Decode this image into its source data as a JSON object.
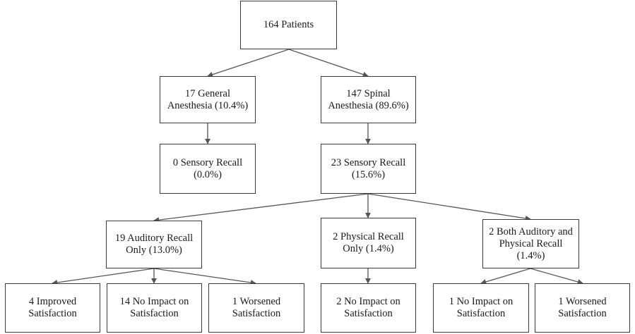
{
  "nodes": {
    "root": {
      "line1": "164 Patients"
    },
    "general": {
      "line1": "17 General",
      "line2": "Anesthesia (10.4%)"
    },
    "spinal": {
      "line1": "147 Spinal",
      "line2": "Anesthesia (89.6%)"
    },
    "general_recall": {
      "line1": "0 Sensory Recall",
      "line2": "(0.0%)"
    },
    "spinal_recall": {
      "line1": "23 Sensory Recall",
      "line2": "(15.6%)"
    },
    "auditory": {
      "line1": "19 Auditory Recall",
      "line2": "Only (13.0%)"
    },
    "physical": {
      "line1": "2 Physical Recall",
      "line2": "Only (1.4%)"
    },
    "both": {
      "line1": "2 Both Auditory and",
      "line2": "Physical Recall",
      "line3": "(1.4%)"
    },
    "aud_improved": {
      "line1": "4 Improved",
      "line2": "Satisfaction"
    },
    "aud_noimpact": {
      "line1": "14 No Impact on",
      "line2": "Satisfaction"
    },
    "aud_worsened": {
      "line1": "1 Worsened",
      "line2": "Satisfaction"
    },
    "phys_noimpact": {
      "line1": "2 No Impact on",
      "line2": "Satisfaction"
    },
    "both_noimpact": {
      "line1": "1 No Impact on",
      "line2": "Satisfaction"
    },
    "both_worsened": {
      "line1": "1 Worsened",
      "line2": "Satisfaction"
    }
  },
  "colors": {
    "border": "#3a3a3a",
    "connector": "#555555",
    "background": "#ffffff"
  }
}
